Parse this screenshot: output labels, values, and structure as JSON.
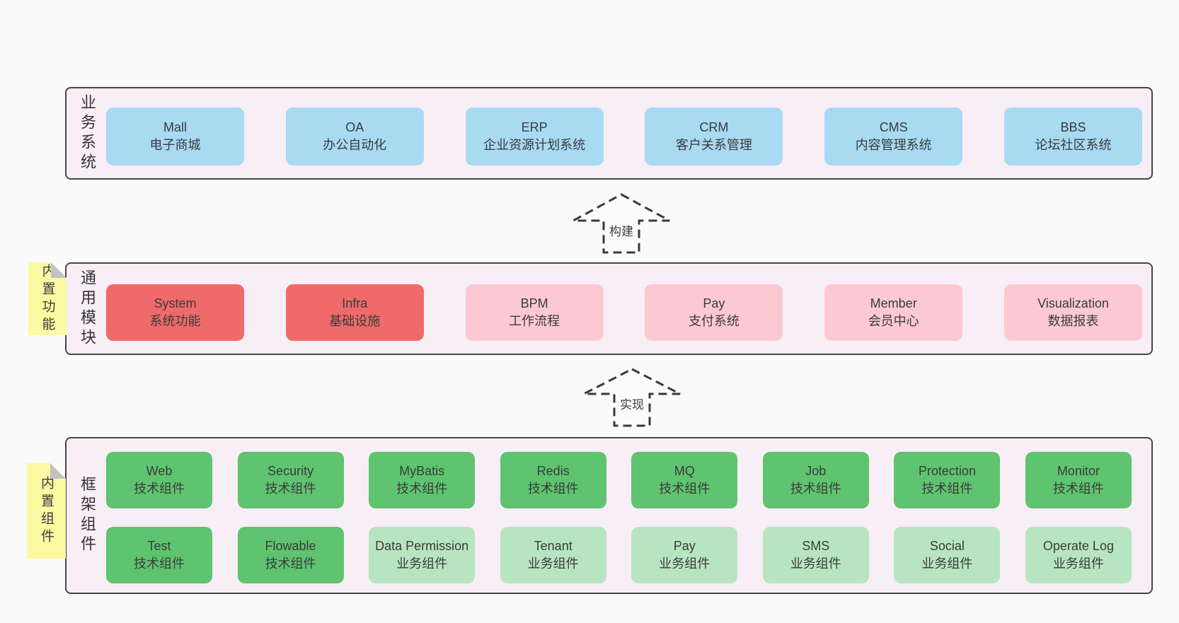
{
  "colors": {
    "page_bg": "#fafafa",
    "panel_bg": "#f8eef6",
    "panel_border": "#464646",
    "blue": "#a8daf2",
    "red": "#ef6a6a",
    "pink": "#fbc9d2",
    "green": "#5ec46f",
    "green_light": "#b8e5c1",
    "sticky_yellow": "#fcf9a3",
    "text": "#3b3b3b"
  },
  "sections": [
    {
      "label": "业务系统",
      "rows": [
        {
          "items": [
            {
              "title": "Mall",
              "subtitle": "电子商城",
              "variant": "blue"
            },
            {
              "title": "OA",
              "subtitle": "办公自动化",
              "variant": "blue"
            },
            {
              "title": "ERP",
              "subtitle": "企业资源计划系统",
              "variant": "blue"
            },
            {
              "title": "CRM",
              "subtitle": "客户关系管理",
              "variant": "blue"
            },
            {
              "title": "CMS",
              "subtitle": "内容管理系统",
              "variant": "blue"
            },
            {
              "title": "BBS",
              "subtitle": "论坛社区系统",
              "variant": "blue"
            }
          ]
        }
      ]
    },
    {
      "label": "通用模块",
      "sticky": "内置功能",
      "rows": [
        {
          "items": [
            {
              "title": "System",
              "subtitle": "系统功能",
              "variant": "red"
            },
            {
              "title": "Infra",
              "subtitle": "基础设施",
              "variant": "red"
            },
            {
              "title": "BPM",
              "subtitle": "工作流程",
              "variant": "pink"
            },
            {
              "title": "Pay",
              "subtitle": "支付系统",
              "variant": "pink"
            },
            {
              "title": "Member",
              "subtitle": "会员中心",
              "variant": "pink"
            },
            {
              "title": "Visualization",
              "subtitle": "数据报表",
              "variant": "pink"
            }
          ]
        }
      ]
    },
    {
      "label": "框架组件",
      "sticky": "内置组件",
      "rows": [
        {
          "items": [
            {
              "title": "Web",
              "subtitle": "技术组件",
              "variant": "green"
            },
            {
              "title": "Security",
              "subtitle": "技术组件",
              "variant": "green"
            },
            {
              "title": "MyBatis",
              "subtitle": "技术组件",
              "variant": "green"
            },
            {
              "title": "Redis",
              "subtitle": "技术组件",
              "variant": "green"
            },
            {
              "title": "MQ",
              "subtitle": "技术组件",
              "variant": "green"
            },
            {
              "title": "Job",
              "subtitle": "技术组件",
              "variant": "green"
            },
            {
              "title": "Protection",
              "subtitle": "技术组件",
              "variant": "green"
            },
            {
              "title": "Monitor",
              "subtitle": "技术组件",
              "variant": "green"
            }
          ]
        },
        {
          "items": [
            {
              "title": "Test",
              "subtitle": "技术组件",
              "variant": "green"
            },
            {
              "title": "Flowable",
              "subtitle": "技术组件",
              "variant": "green"
            },
            {
              "title": "Data Permission",
              "subtitle": "业务组件",
              "variant": "green-light"
            },
            {
              "title": "Tenant",
              "subtitle": "业务组件",
              "variant": "green-light"
            },
            {
              "title": "Pay",
              "subtitle": "业务组件",
              "variant": "green-light"
            },
            {
              "title": "SMS",
              "subtitle": "业务组件",
              "variant": "green-light"
            },
            {
              "title": "Social",
              "subtitle": "业务组件",
              "variant": "green-light"
            },
            {
              "title": "Operate Log",
              "subtitle": "业务组件",
              "variant": "green-light"
            }
          ]
        }
      ]
    }
  ],
  "arrows": [
    {
      "label": "构建"
    },
    {
      "label": "实现"
    }
  ]
}
